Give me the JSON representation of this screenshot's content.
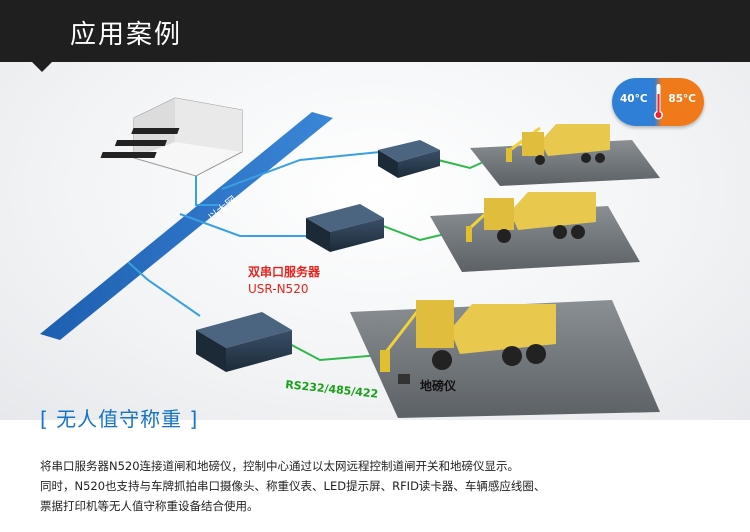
{
  "header": {
    "title": "应用案例"
  },
  "badge": {
    "cold": "40°C",
    "hot": "85°C"
  },
  "network": {
    "label": "以太网"
  },
  "server": {
    "line1": "双串口服务器",
    "line2": "USR-N520"
  },
  "link": {
    "label": "RS232/485/422"
  },
  "scale": {
    "label": "地磅仪"
  },
  "section": {
    "title": "[ 无人值守称重 ]"
  },
  "description": {
    "line1": "将串口服务器N520连接道闸和地磅仪，控制中心通过以太网远程控制道闸开关和地磅仪显示。",
    "line2": "同时，N520也支持与车牌抓拍串口摄像头、称重仪表、LED提示屏、RFID读卡器、车辆感应线圈、",
    "line3": "票据打印机等无人值守称重设备结合使用。"
  },
  "colors": {
    "header_bg": "#1f1f1f",
    "network_band": "#2a6fc4",
    "server_label": "#e6231e",
    "rs_link": "#1aa01a",
    "section_title": "#1673c8",
    "cable_blue": "#3aa0e0",
    "cable_green": "#2fb84a",
    "truck_yellow": "#e8c94e"
  }
}
